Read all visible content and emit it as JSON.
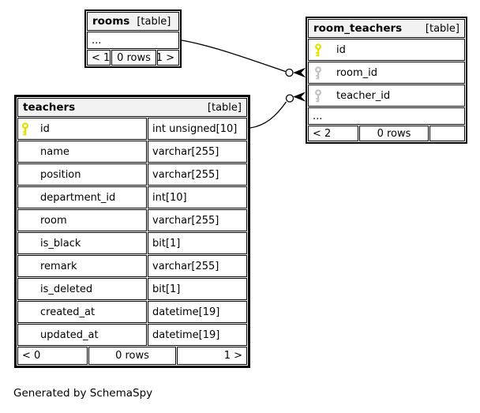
{
  "diagram": {
    "generator_note": "Generated by SchemaSpy",
    "colors": {
      "primary_key": "#e2e200",
      "foreign_key": "#c3c3c3",
      "header_bg": "#f2f2f2",
      "line": "#000000"
    },
    "tables": {
      "rooms": {
        "name": "rooms",
        "tag": "[table]",
        "ellipsis": "...",
        "footer": {
          "left": "< 1",
          "center": "0 rows",
          "right": "1 >"
        }
      },
      "room_teachers": {
        "name": "room_teachers",
        "tag": "[table]",
        "columns": [
          {
            "name": "id",
            "key": "primary"
          },
          {
            "name": "room_id",
            "key": "foreign"
          },
          {
            "name": "teacher_id",
            "key": "foreign"
          }
        ],
        "ellipsis": "...",
        "footer": {
          "left": "< 2",
          "center": "0 rows",
          "right": ""
        }
      },
      "teachers": {
        "name": "teachers",
        "tag": "[table]",
        "columns": [
          {
            "name": "id",
            "type": "int unsigned[10]",
            "key": "primary"
          },
          {
            "name": "name",
            "type": "varchar[255]"
          },
          {
            "name": "position",
            "type": "varchar[255]"
          },
          {
            "name": "department_id",
            "type": "int[10]"
          },
          {
            "name": "room",
            "type": "varchar[255]"
          },
          {
            "name": "is_black",
            "type": "bit[1]"
          },
          {
            "name": "remark",
            "type": "varchar[255]"
          },
          {
            "name": "is_deleted",
            "type": "bit[1]"
          },
          {
            "name": "created_at",
            "type": "datetime[19]"
          },
          {
            "name": "updated_at",
            "type": "datetime[19]"
          }
        ],
        "footer": {
          "left": "< 0",
          "center": "0 rows",
          "right": "1 >"
        }
      }
    }
  }
}
